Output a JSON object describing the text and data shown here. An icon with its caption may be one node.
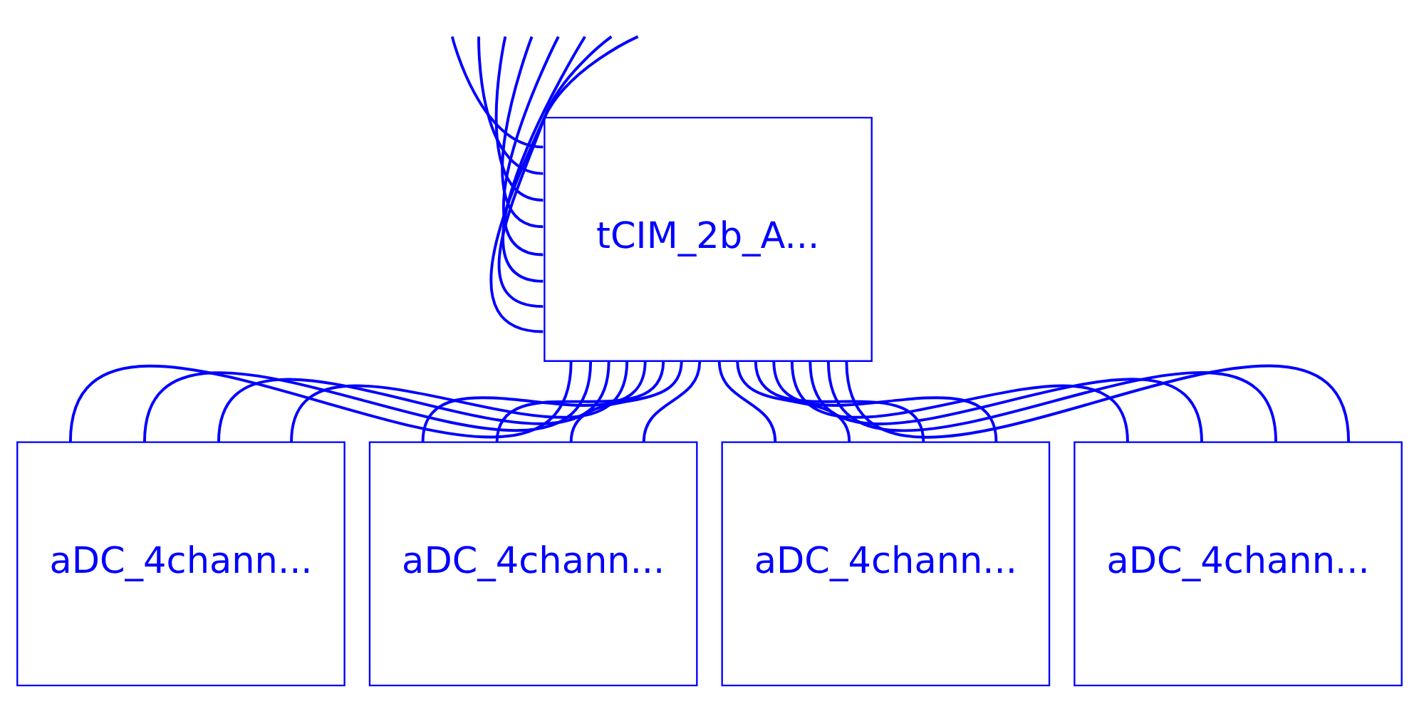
{
  "diagram": {
    "nodes": [
      {
        "text": [
          "tCIM_2b_A..."
        ]
      },
      {
        "text": [
          "aDC_4chann..."
        ]
      },
      {
        "text": [
          "aDC_4chann..."
        ]
      },
      {
        "text": [
          "aDC_4chann..."
        ]
      },
      {
        "text": [
          "aDC_4chann..."
        ]
      }
    ],
    "edges": [
      {
        "from": null,
        "to": 0,
        "arrow": "none"
      },
      {
        "from": null,
        "to": 0,
        "arrow": "none"
      },
      {
        "from": null,
        "to": 0,
        "arrow": "none"
      },
      {
        "from": null,
        "to": 0,
        "arrow": "none"
      },
      {
        "from": null,
        "to": 0,
        "arrow": "none"
      },
      {
        "from": null,
        "to": 0,
        "arrow": "none"
      },
      {
        "from": null,
        "to": 0,
        "arrow": "none"
      },
      {
        "from": null,
        "to": 0,
        "arrow": "none"
      },
      {
        "from": 0,
        "to": 1,
        "arrow": "none"
      },
      {
        "from": 0,
        "to": 1,
        "arrow": "none"
      },
      {
        "from": 0,
        "to": 1,
        "arrow": "none"
      },
      {
        "from": 0,
        "to": 1,
        "arrow": "none"
      },
      {
        "from": 0,
        "to": 2,
        "arrow": "none"
      },
      {
        "from": 0,
        "to": 2,
        "arrow": "none"
      },
      {
        "from": 0,
        "to": 2,
        "arrow": "none"
      },
      {
        "from": 0,
        "to": 2,
        "arrow": "none"
      },
      {
        "from": 0,
        "to": 3,
        "arrow": "none"
      },
      {
        "from": 0,
        "to": 3,
        "arrow": "none"
      },
      {
        "from": 0,
        "to": 3,
        "arrow": "none"
      },
      {
        "from": 0,
        "to": 3,
        "arrow": "none"
      },
      {
        "from": 0,
        "to": 4,
        "arrow": "none"
      },
      {
        "from": 0,
        "to": 4,
        "arrow": "none"
      },
      {
        "from": 0,
        "to": 4,
        "arrow": "none"
      },
      {
        "from": 0,
        "to": 4,
        "arrow": "none"
      }
    ]
  }
}
